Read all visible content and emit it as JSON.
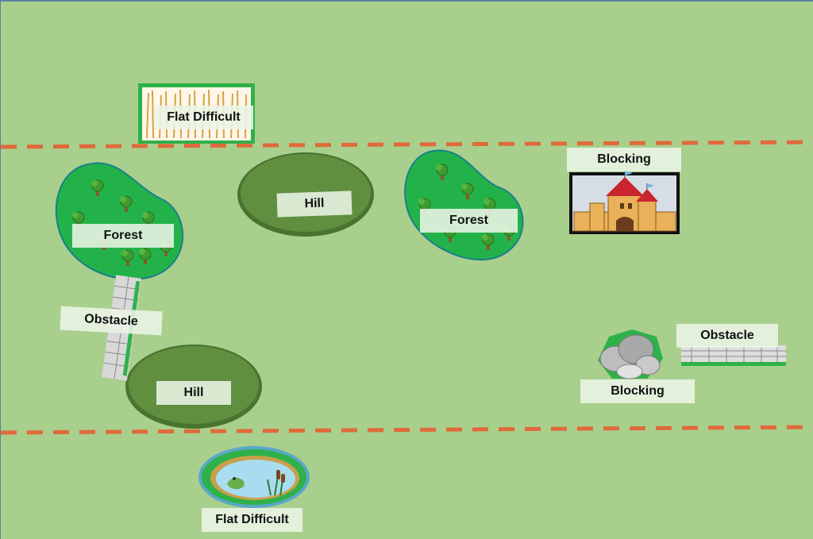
{
  "labels": {
    "flat_difficult_top": "Flat Difficult",
    "hill_top": "Hill",
    "forest_left": "Forest",
    "forest_right": "Forest",
    "blocking_castle": "Blocking",
    "obstacle_wall_left": "Obstacle",
    "hill_bottom": "Hill",
    "blocking_rocks": "Blocking",
    "obstacle_wall_right": "Obstacle",
    "flat_difficult_pond": "Flat Difficult"
  },
  "colors": {
    "grass": "#a9cf8d",
    "boundary_line": "#e06a3a",
    "hill_fill": "#5f8f3f",
    "forest_fill": "#23b24a",
    "castle_roof": "#c8252e",
    "castle_wall": "#e8b15a",
    "pond_water": "#a8dcf0"
  },
  "icons": [
    "wheat-field-icon",
    "castle-icon",
    "rock-pile-icon",
    "stone-wall-icon",
    "pond-icon",
    "tree-icon"
  ]
}
